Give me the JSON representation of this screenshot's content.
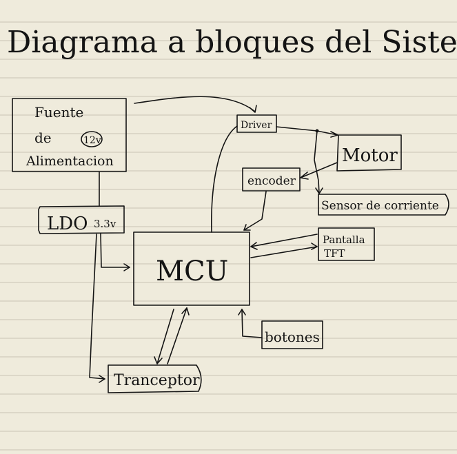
{
  "page": {
    "title": "Diagrama a bloques del Sistema",
    "paper_color": "#efebdc",
    "rule_color": "#c9c3b3",
    "ink_color": "#141414"
  },
  "blocks": {
    "fuente": {
      "line1": "Fuente",
      "line2": "de",
      "badge": "12v",
      "line3": "Alimentacion"
    },
    "ldo": {
      "label": "LDO",
      "voltage": "3.3v"
    },
    "driver": {
      "label": "Driver"
    },
    "motor": {
      "label": "Motor"
    },
    "encoder": {
      "label": "encoder"
    },
    "sensor": {
      "label": "Sensor de corriente"
    },
    "mcu": {
      "label": "MCU"
    },
    "pantalla": {
      "line1": "Pantalla",
      "line2": "TFT"
    },
    "botones": {
      "label": "botones"
    },
    "tranceptor": {
      "label": "Tranceptor"
    }
  }
}
